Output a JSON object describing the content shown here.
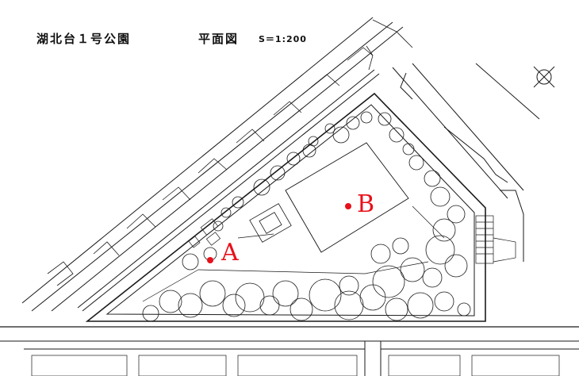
{
  "header": {
    "park_name": "湖北台１号公園",
    "plan_type": "平面図",
    "scale": "S＝1:200"
  },
  "markers": [
    {
      "id": "A",
      "label": "A"
    },
    {
      "id": "B",
      "label": "B"
    }
  ],
  "colors": {
    "line": "#1a1a1a",
    "marker": "#e8101a",
    "background": "#ffffff"
  },
  "icons": {
    "north": "compass-north-icon"
  }
}
